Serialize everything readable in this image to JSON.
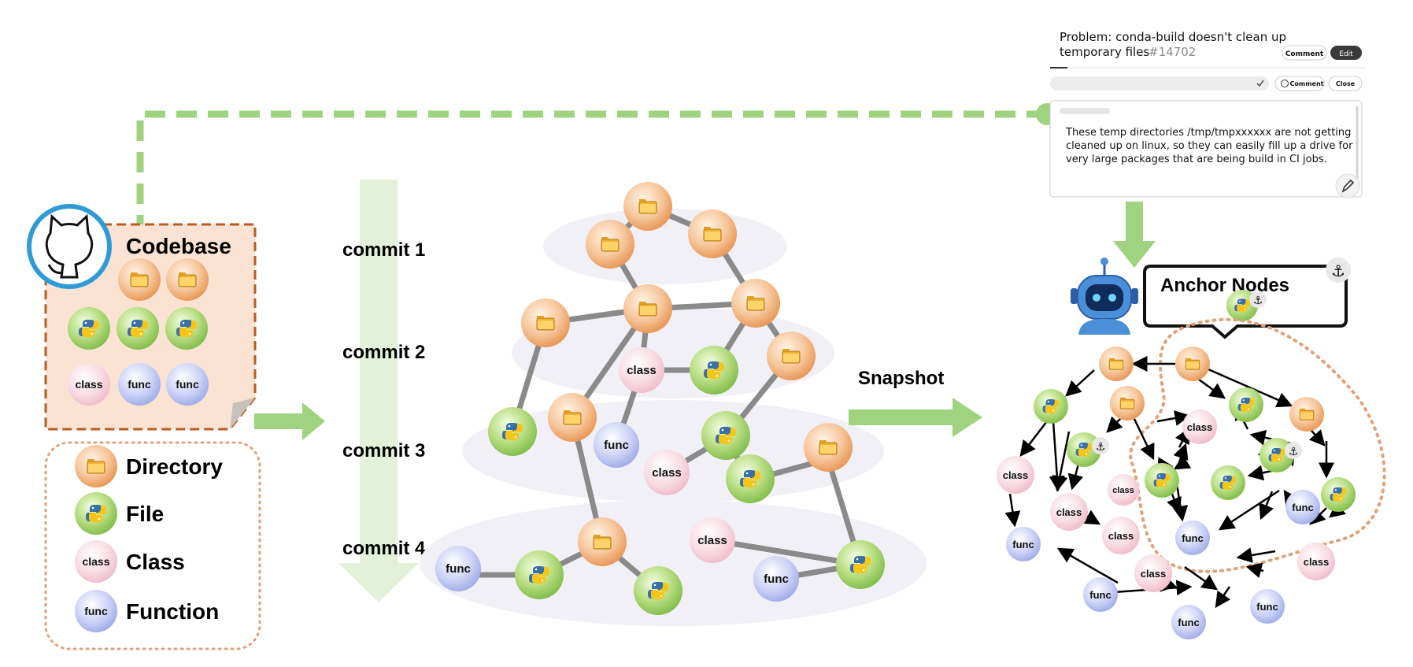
{
  "issue": {
    "title_line1": "Problem: conda-build doesn't clean up",
    "title_line2": "temporary files",
    "number": "#14702",
    "btn_comment": "Comment",
    "btn_edit": "Edit",
    "btn_comment2": "Comment",
    "btn_close": "Close",
    "body_line1": "These temp directories /tmp/tmpxxxxxx are not getting",
    "body_line2": "cleaned up on linux, so they can easily fill up a drive for",
    "body_line3": "very large packages that are being build in CI jobs."
  },
  "codebase": {
    "title": "Codebase",
    "class_label": "class",
    "func_label": "func"
  },
  "legend": {
    "directory": "Directory",
    "file": "File",
    "class": "Class",
    "function": "Function",
    "class_icon": "class",
    "func_icon": "func"
  },
  "commits": [
    "commit 1",
    "commit 2",
    "commit 3",
    "commit 4"
  ],
  "snapshot": "Snapshot",
  "anchor_title": "Anchor Nodes",
  "node_labels": {
    "class": "class",
    "func": "func"
  },
  "colors": {
    "green_arrow": "#9fd37f",
    "commit_arrow": "#e3f1d8",
    "dir": "#f2b27a",
    "file": "#a9d46e",
    "class": "#f6cfd8",
    "func": "#b9c3f0",
    "codebase_bg": "#fbe3d3",
    "codebase_border": "#b85c1f"
  },
  "icons": [
    "github-icon",
    "folder-icon",
    "python-icon",
    "robot-icon",
    "anchor-icon",
    "pencil-icon",
    "check-icon",
    "comment-icon"
  ]
}
